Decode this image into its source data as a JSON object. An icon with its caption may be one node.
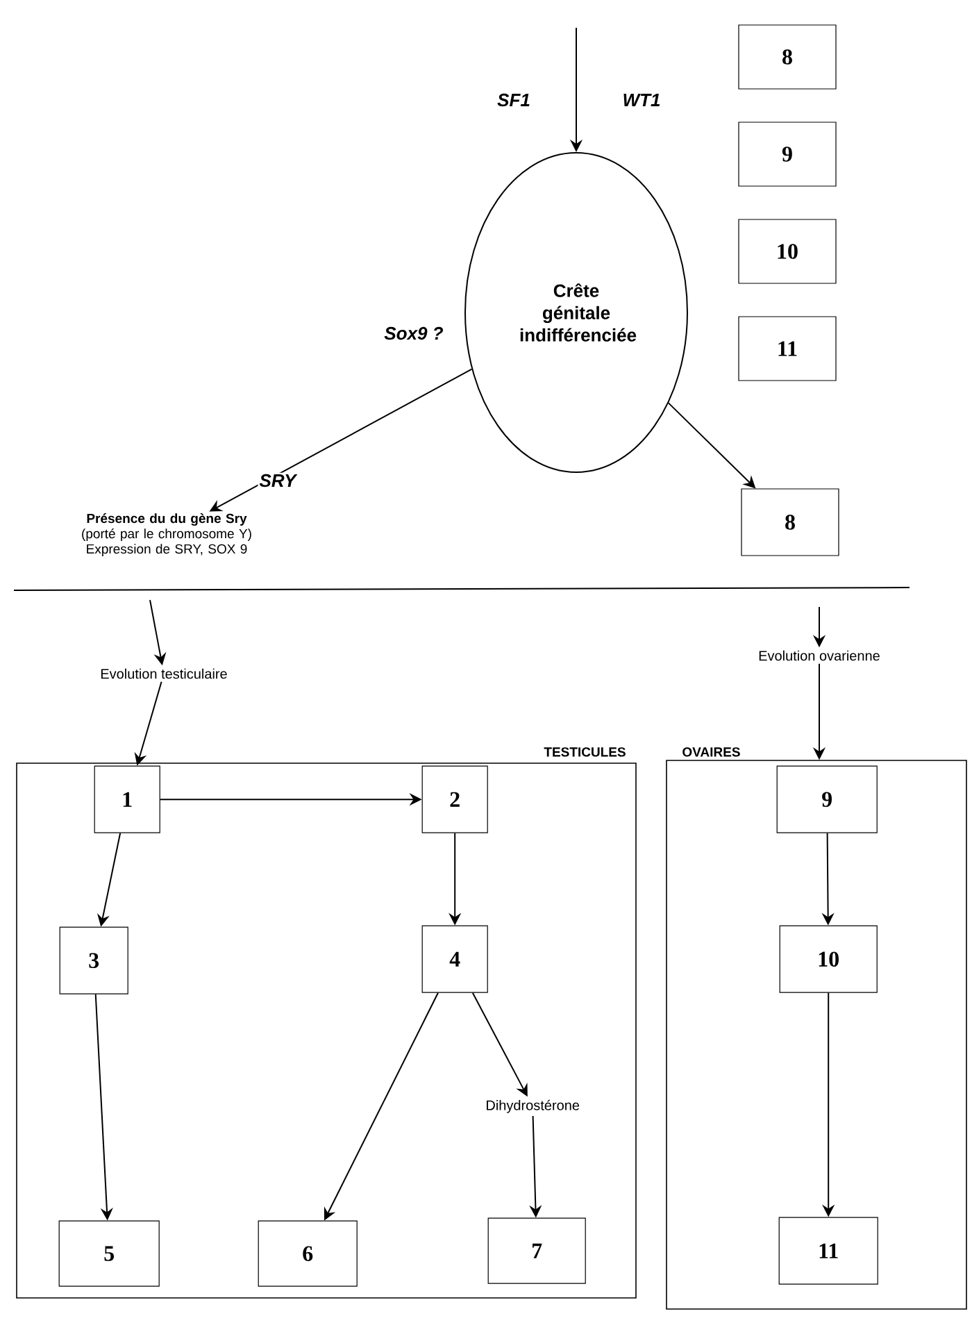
{
  "diagram": {
    "nodes": [
      {
        "text": [
          "Crête génitale indifférenciée"
        ]
      },
      {
        "text": [
          "Présence du du gène Sry",
          "(porté par le chromosome Y) Expression de SRY, SOX 9"
        ]
      },
      {
        "text": [
          "8"
        ]
      },
      {
        "text": [
          "8"
        ]
      },
      {
        "text": [
          "9"
        ]
      },
      {
        "text": [
          "10"
        ]
      },
      {
        "text": [
          "11"
        ]
      },
      {
        "text": [
          "Evolution testiculaire"
        ]
      },
      {
        "text": [
          "Evolution ovarienne"
        ]
      },
      {
        "text": [
          "TESTICULES"
        ]
      },
      {
        "text": [
          "OVAIRES"
        ]
      },
      {
        "text": [
          "1"
        ],
        "in": 9
      },
      {
        "text": [
          "2"
        ],
        "in": 9
      },
      {
        "text": [
          "3"
        ],
        "in": 9
      },
      {
        "text": [
          "4"
        ],
        "in": 9
      },
      {
        "text": [
          "5"
        ],
        "in": 9
      },
      {
        "text": [
          "6"
        ],
        "in": 9
      },
      {
        "text": [
          "Dihydrostérone"
        ],
        "in": 9
      },
      {
        "text": [
          "7"
        ],
        "in": 9
      },
      {
        "text": [
          "9"
        ],
        "in": 10
      },
      {
        "text": [
          "10"
        ],
        "in": 10
      },
      {
        "text": [
          "11"
        ],
        "in": 10
      }
    ],
    "edges": [
      {
        "from": null,
        "to": 0,
        "arrow": "to"
      },
      {
        "from": 0,
        "to": 1,
        "arrow": "to",
        "label": "SRY"
      },
      {
        "from": 0,
        "to": 2,
        "arrow": "to"
      },
      {
        "from": null,
        "to": 7,
        "arrow": "to"
      },
      {
        "from": null,
        "to": 8,
        "arrow": "to"
      },
      {
        "from": 7,
        "to": 11,
        "arrow": "to"
      },
      {
        "from": 8,
        "to": 10,
        "arrow": "to"
      },
      {
        "from": 11,
        "to": 12,
        "arrow": "to"
      },
      {
        "from": 11,
        "to": 13,
        "arrow": "to"
      },
      {
        "from": 12,
        "to": 14,
        "arrow": "to"
      },
      {
        "from": 13,
        "to": 15,
        "arrow": "to"
      },
      {
        "from": 14,
        "to": 16,
        "arrow": "to"
      },
      {
        "from": 14,
        "to": 17,
        "arrow": "to"
      },
      {
        "from": 17,
        "to": 18,
        "arrow": "to"
      },
      {
        "from": 19,
        "to": 20,
        "arrow": "to"
      },
      {
        "from": 20,
        "to": 21,
        "arrow": "to"
      }
    ],
    "labels": [
      "SF1",
      "WT1",
      "Sox9 ?"
    ]
  }
}
